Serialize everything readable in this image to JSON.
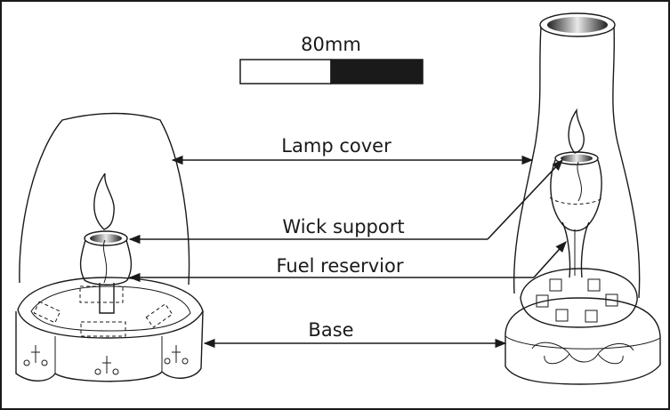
{
  "scale_bar": {
    "label": "80mm"
  },
  "labels": {
    "lamp_cover": "Lamp cover",
    "wick_support": "Wick support",
    "fuel_reservoir": "Fuel reservior",
    "base": "Base"
  },
  "colors": {
    "line": "#1a1a1a",
    "scale_dark": "#1a1a1a",
    "scale_light": "#ffffff",
    "shade": "#9a9a9a"
  }
}
